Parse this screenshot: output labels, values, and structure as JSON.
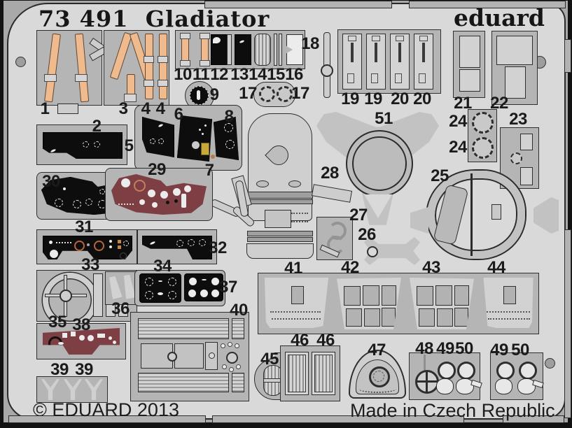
{
  "header": {
    "catalog_number": "73 491",
    "product_name": "Gladiator",
    "brand": "eduard"
  },
  "footer": {
    "copyright": "© EDUARD 2013",
    "made_in": "Made in Czech Republic"
  },
  "colors": {
    "sheet": "#d9d9d9",
    "background": "#a9a9a9",
    "plate": "#b5b5b5",
    "part": "#cdcdcd",
    "strap_tan": "#eeba8e",
    "panel_black": "#0d0d0d",
    "panel_maroon": "#7d3e44",
    "detail_yellow": "#c9a83c",
    "outline": "#2e2e2e"
  },
  "part_labels": [
    {
      "text": "1"
    },
    {
      "text": "3"
    },
    {
      "text": "4"
    },
    {
      "text": "4"
    },
    {
      "text": "2"
    },
    {
      "text": "6"
    },
    {
      "text": "8"
    },
    {
      "text": "5"
    },
    {
      "text": "29"
    },
    {
      "text": "7"
    },
    {
      "text": "30"
    },
    {
      "text": "31"
    },
    {
      "text": "32"
    },
    {
      "text": "33"
    },
    {
      "text": "34"
    },
    {
      "text": "35"
    },
    {
      "text": "36"
    },
    {
      "text": "37"
    },
    {
      "text": "38"
    },
    {
      "text": "39"
    },
    {
      "text": "39"
    },
    {
      "text": "40"
    },
    {
      "text": "10"
    },
    {
      "text": "11"
    },
    {
      "text": "12"
    },
    {
      "text": "13"
    },
    {
      "text": "14"
    },
    {
      "text": "15"
    },
    {
      "text": "16"
    },
    {
      "text": "9"
    },
    {
      "text": "17"
    },
    {
      "text": "17"
    },
    {
      "text": "18"
    },
    {
      "text": "19"
    },
    {
      "text": "19"
    },
    {
      "text": "20"
    },
    {
      "text": "20"
    },
    {
      "text": "21"
    },
    {
      "text": "22"
    },
    {
      "text": "24"
    },
    {
      "text": "24"
    },
    {
      "text": "23"
    },
    {
      "text": "25"
    },
    {
      "text": "51"
    },
    {
      "text": "28"
    },
    {
      "text": "27"
    },
    {
      "text": "26"
    },
    {
      "text": "41"
    },
    {
      "text": "42"
    },
    {
      "text": "43"
    },
    {
      "text": "44"
    },
    {
      "text": "45"
    },
    {
      "text": "46"
    },
    {
      "text": "46"
    },
    {
      "text": "47"
    },
    {
      "text": "48"
    },
    {
      "text": "49"
    },
    {
      "text": "50"
    },
    {
      "text": "49"
    },
    {
      "text": "50"
    }
  ]
}
